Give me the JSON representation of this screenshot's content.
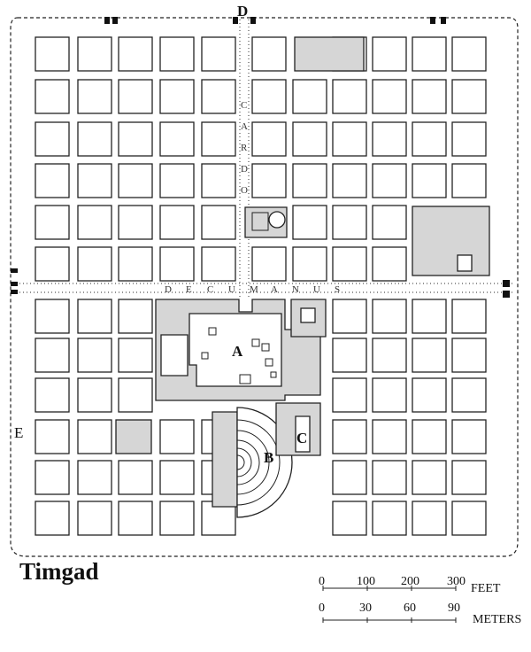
{
  "map": {
    "title": "Timgad",
    "labels": {
      "A": "A",
      "B": "B",
      "C": "C",
      "D": "D",
      "E": "E"
    },
    "street_letters": {
      "decumanus": [
        "D",
        "E",
        "C",
        "U",
        "M",
        "A",
        "N",
        "U",
        "S"
      ],
      "cardo": [
        "C",
        "A",
        "R",
        "D",
        "O"
      ]
    },
    "scale": {
      "feet_ticks": [
        "0",
        "100",
        "200",
        "300"
      ],
      "feet_unit": "FEET",
      "meter_ticks": [
        "0",
        "30",
        "60",
        "90"
      ],
      "meter_unit": "METERS"
    }
  }
}
